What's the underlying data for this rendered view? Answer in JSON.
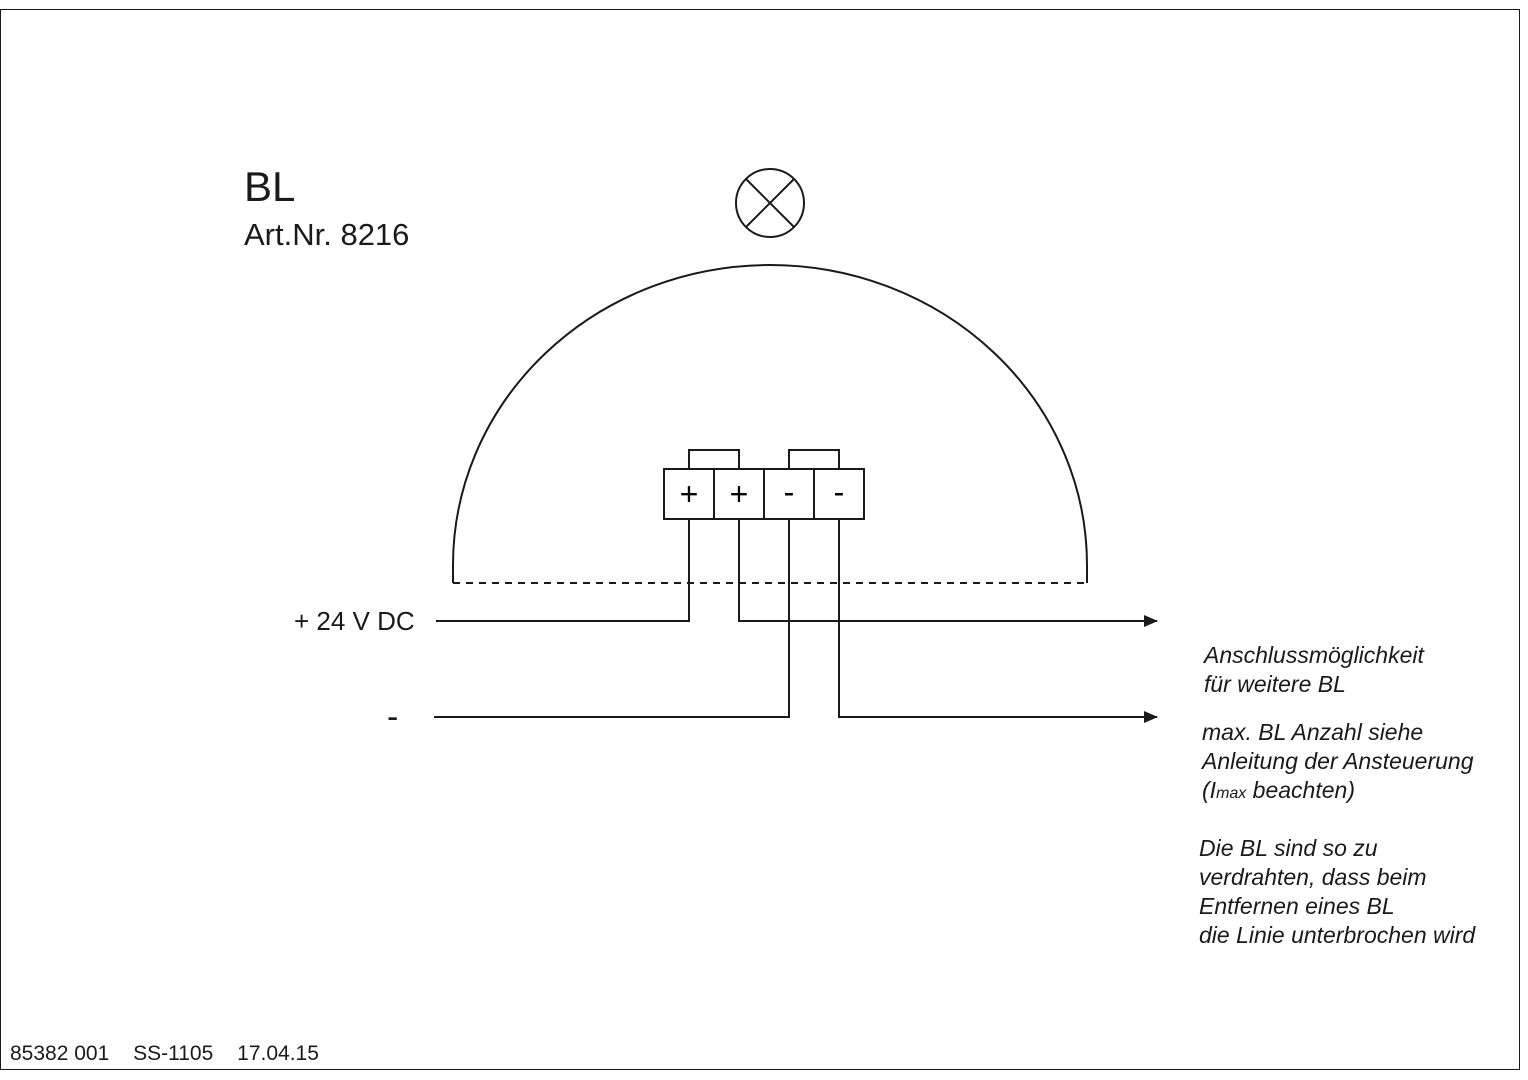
{
  "header": {
    "title": "BL",
    "article": "Art.Nr. 8216"
  },
  "lamp_icon": "lamp-cross-circle-icon",
  "terminals": [
    "+",
    "+",
    "-",
    "-"
  ],
  "labels": {
    "positive_supply": "+ 24 V DC",
    "negative_supply": "-"
  },
  "notes": {
    "connection": [
      "Anschlussmöglichkeit",
      "für weitere BL"
    ],
    "max_count": {
      "line1": "max. BL Anzahl siehe",
      "line2": "Anleitung der Ansteuerung",
      "line3_prefix": "(I",
      "line3_sub": "max",
      "line3_suffix": " beachten)"
    },
    "wiring": [
      "Die BL sind so zu",
      "verdrahten, dass beim",
      "Entfernen eines BL",
      "die Linie unterbrochen wird"
    ]
  },
  "footer": {
    "doc_number": "85382 001",
    "code": "SS-1105",
    "date": "17.04.15"
  },
  "colors": {
    "line": "#1a1a1a",
    "background": "#ffffff"
  }
}
